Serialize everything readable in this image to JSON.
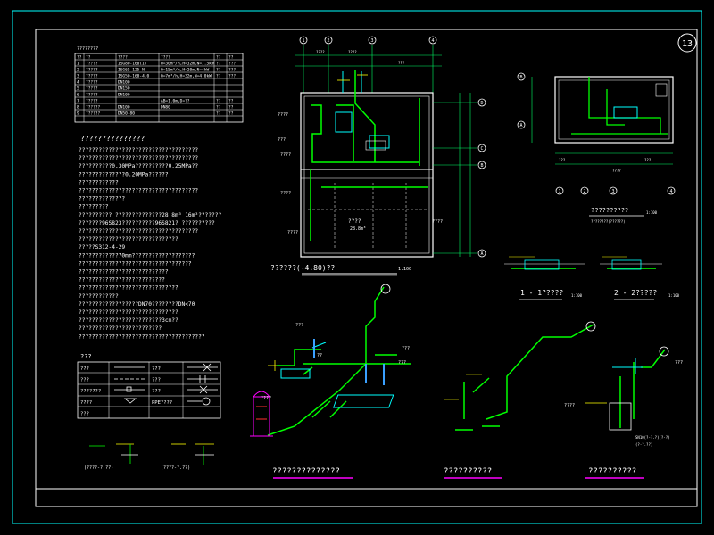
{
  "sheet": {
    "number": "13"
  },
  "colors": {
    "frame": "#00ffff",
    "pipe": "#00ff00",
    "dim": "#00ff66",
    "text": "#ffffff",
    "yellow": "#ffff00",
    "magenta": "#ff00ff",
    "blue": "#3aa0ff",
    "red": "#ff3030"
  },
  "equipment_table": {
    "title": "????????",
    "headers": [
      "??",
      "??",
      "????",
      "????",
      "??",
      "??"
    ],
    "rows": [
      [
        "1",
        "?????",
        "ISG80-160(I)",
        "Q=30m³/h,H=32m,N=7.5kW",
        "??",
        "???"
      ],
      [
        "2",
        "?????",
        "ISG65-125-N",
        "Q=15m³/h,H=20m,N=4kW",
        "??",
        "???"
      ],
      [
        "3",
        "?????",
        "ISG50-160-4.0",
        "Q=7m³/h,H=32m,N=4.0kW",
        "??",
        "???"
      ],
      [
        "4",
        "?????",
        "DN100",
        "",
        "",
        ""
      ],
      [
        "5",
        "?????",
        "DN150",
        "",
        "",
        ""
      ],
      [
        "6",
        "?????",
        "DN100",
        "",
        "",
        ""
      ],
      [
        "7",
        "?????",
        "",
        "AB=1.0m,D=??",
        "??",
        "??"
      ],
      [
        "8",
        "??????",
        "DN100",
        "DN80",
        "??",
        "??"
      ],
      [
        "9",
        "??????",
        "DN50-80",
        "",
        "??",
        "??"
      ]
    ]
  },
  "notes": {
    "title": "???????????????",
    "lines": [
      "????????????????????????????????????",
      "????????????????????????????????????",
      "??????????0.30MPa??????????0.25MPa??",
      "??????????????0.20MPa??????",
      "????????????",
      "????????????????????????????????????",
      "??????????????",
      "?????????",
      "??????????  ??????????????28.8m³ 16m³???????",
      "???????96S823??????????96S821?   ??????????",
      "????????????????????????????????????",
      "??????????????????????????????",
      "?????S312-4-29",
      "????????????70mm???????????????????",
      "??????????????????????????????????",
      "???????????????????????????",
      "??????????????????????????",
      "??????????????????????????????",
      "????????????",
      "??????????????????DN70????????DN<70",
      "??????????????????????????????",
      "?????????????????????????3cm??",
      "?????????????????????????",
      "??????????????????????????????????????"
    ]
  },
  "legend": {
    "title": "???",
    "rows": [
      {
        "left": "???",
        "right": "???"
      },
      {
        "left": "???",
        "right": "???"
      },
      {
        "left": "???????",
        "right": "???"
      },
      {
        "left": "????",
        "right": "PPE????"
      },
      {
        "left": "???",
        "right": ""
      }
    ]
  },
  "bottom_left_details": [
    {
      "label": "(????-?.??)"
    },
    {
      "label": "(????-?.??)"
    }
  ],
  "plan_view": {
    "title": "??????(-4.80)??",
    "scale": "1:100",
    "axes_top": [
      "1",
      "2",
      "3",
      "4"
    ],
    "axes_right": [
      "D",
      "C",
      "B",
      "A"
    ],
    "top_dims": [
      "????",
      "????",
      "???"
    ],
    "room_labels": [
      "????",
      "???",
      "????",
      "????",
      "????",
      "????"
    ],
    "pool_label": "????",
    "pool_volume": "28.8m³",
    "right_dims": [
      "????",
      "????",
      "????"
    ]
  },
  "top_right_plan": {
    "title": "??????????",
    "scale": "1:100",
    "subtitle": "????????(??????)",
    "axes": [
      "1",
      "2",
      "3",
      "4"
    ],
    "axes_side": [
      "B",
      "A"
    ],
    "dims": [
      "???",
      "???",
      "????"
    ]
  },
  "sections": [
    {
      "title": "1 - 1?????",
      "scale": "1:100"
    },
    {
      "title": "2 - 2?????",
      "scale": "1:100"
    }
  ],
  "systems": [
    {
      "title": "??????????????"
    },
    {
      "title": "??????????"
    },
    {
      "title": "??????????"
    }
  ],
  "system_labels": {
    "s1": [
      "???",
      "??",
      "???",
      "???",
      "????"
    ],
    "s3": [
      "????",
      "???",
      "SN10(?-?.?)(?-?)",
      "(?-?.??)"
    ]
  }
}
